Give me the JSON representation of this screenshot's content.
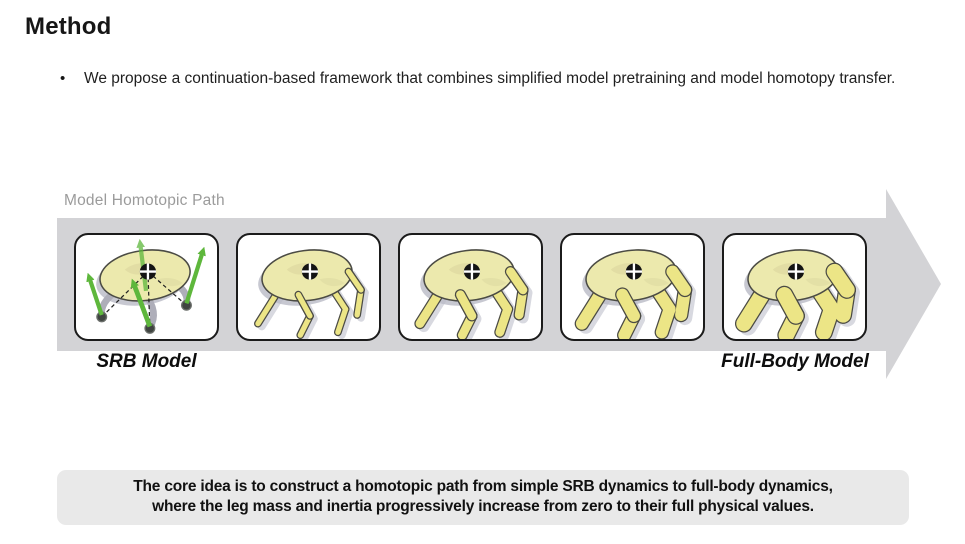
{
  "slide": {
    "title": "Method",
    "bullet_marker": "•",
    "bullet": "We propose a continuation-based framework that combines simplified model pretraining and model homotopy transfer."
  },
  "diagram": {
    "label": "Model Homotopic Path",
    "left_label": "SRB Model",
    "right_label": "Full-Body Model",
    "stages": [
      {
        "name": "srb-model",
        "leg_growth": 0
      },
      {
        "name": "homotopy-stage-2",
        "leg_growth": 0.25
      },
      {
        "name": "homotopy-stage-3",
        "leg_growth": 0.5
      },
      {
        "name": "homotopy-stage-4",
        "leg_growth": 0.75
      },
      {
        "name": "full-body-model",
        "leg_growth": 1
      }
    ],
    "colors": {
      "arrow": "#d3d3d6",
      "label_gray": "#9b9b9b",
      "robot_body": "#ece9ad",
      "robot_body_patch": "#d8d19b",
      "robot_leg": "#ece586",
      "robot_outline": "#4b4b44",
      "shadow_gray": "#b9bac6",
      "force_green": "#5eb73c",
      "foot_dot": "#3f4440",
      "panel": "#e9e9e9"
    }
  },
  "core_idea": {
    "line1": "The core idea is to construct a homotopic path from simple SRB dynamics to full-body dynamics,",
    "line2": "where the leg mass and inertia progressively increase from zero to their full physical values."
  }
}
